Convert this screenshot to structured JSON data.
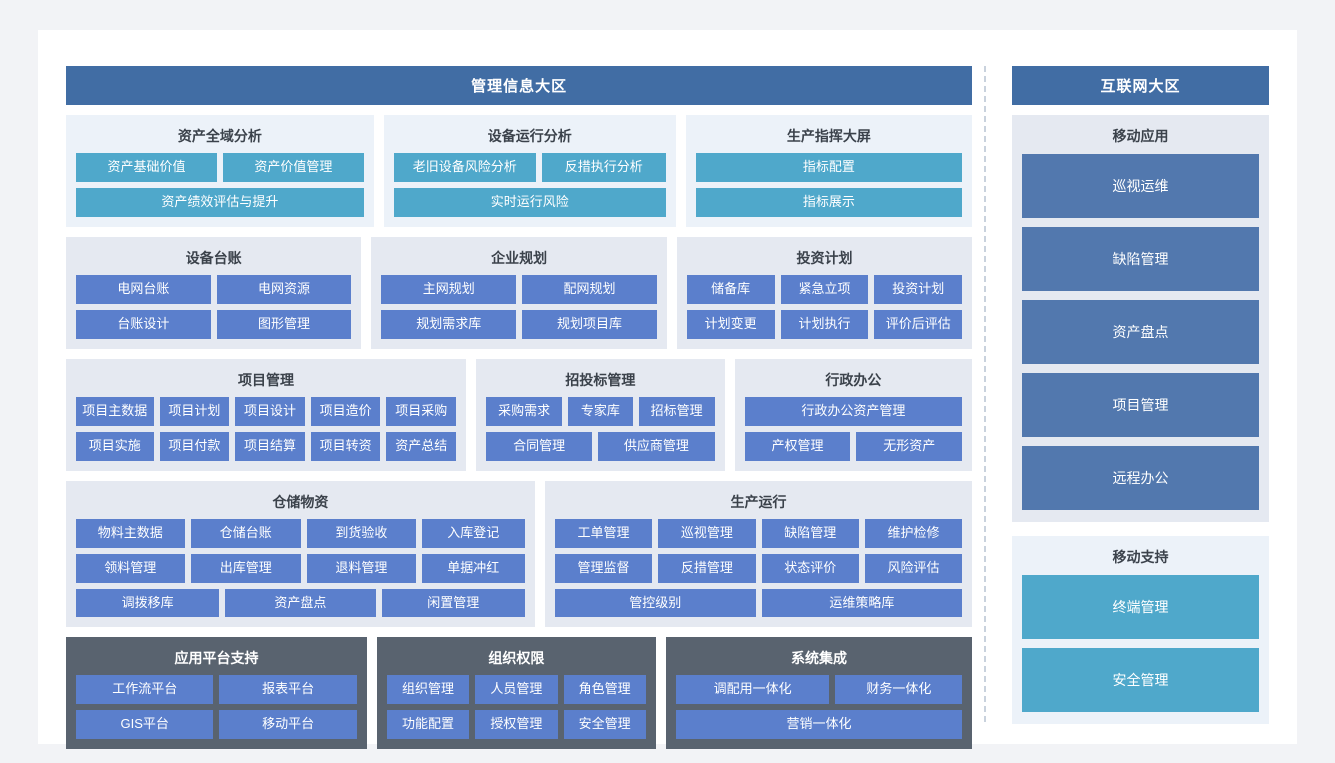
{
  "zones": {
    "left": {
      "title": "管理信息大区"
    },
    "right": {
      "title": "互联网大区"
    }
  },
  "colors": {
    "zone_header": "#416da4",
    "cyan_button": "#4fa8cb",
    "blue_button": "#5b7fcc",
    "right_blue_button": "#5278ae",
    "panel_pale": "#ecf2f9",
    "panel_gray": "#e5e9f1",
    "panel_dark": "#59636f",
    "card_background": "#ffffff",
    "page_background": "#f2f3f6",
    "divider": "#c9d2dd"
  },
  "left_rows": [
    {
      "name": "analysis-row",
      "panels": [
        {
          "title": "资产全域分析",
          "tone": "pale",
          "rows": [
            {
              "buttons": [
                {
                  "label": "资产基础价值",
                  "style": "cyan",
                  "flex": 1
                },
                {
                  "label": "资产价值管理",
                  "style": "cyan",
                  "flex": 1
                }
              ]
            },
            {
              "buttons": [
                {
                  "label": "资产绩效评估与提升",
                  "style": "cyan",
                  "flex": 1
                }
              ]
            }
          ]
        },
        {
          "title": "设备运行分析",
          "tone": "pale",
          "rows": [
            {
              "buttons": [
                {
                  "label": "老旧设备风险分析",
                  "style": "cyan",
                  "flex": 1.15
                },
                {
                  "label": "反措执行分析",
                  "style": "cyan",
                  "flex": 1
                }
              ]
            },
            {
              "buttons": [
                {
                  "label": "实时运行风险",
                  "style": "cyan",
                  "flex": 1
                }
              ]
            }
          ]
        },
        {
          "title": "生产指挥大屏",
          "tone": "pale",
          "rows": [
            {
              "buttons": [
                {
                  "label": "指标配置",
                  "style": "cyan",
                  "flex": 1
                }
              ]
            },
            {
              "buttons": [
                {
                  "label": "指标展示",
                  "style": "cyan",
                  "flex": 1
                }
              ]
            }
          ]
        }
      ]
    },
    {
      "name": "ledger-row",
      "panels": [
        {
          "title": "设备台账",
          "tone": "gray",
          "rows": [
            {
              "buttons": [
                {
                  "label": "电网台账",
                  "style": "blue",
                  "flex": 1
                },
                {
                  "label": "电网资源",
                  "style": "blue",
                  "flex": 1
                }
              ]
            },
            {
              "buttons": [
                {
                  "label": "台账设计",
                  "style": "blue",
                  "flex": 1
                },
                {
                  "label": "图形管理",
                  "style": "blue",
                  "flex": 1
                }
              ]
            }
          ]
        },
        {
          "title": "企业规划",
          "tone": "gray",
          "rows": [
            {
              "buttons": [
                {
                  "label": "主网规划",
                  "style": "blue",
                  "flex": 1
                },
                {
                  "label": "配网规划",
                  "style": "blue",
                  "flex": 1
                }
              ]
            },
            {
              "buttons": [
                {
                  "label": "规划需求库",
                  "style": "blue",
                  "flex": 1
                },
                {
                  "label": "规划项目库",
                  "style": "blue",
                  "flex": 1
                }
              ]
            }
          ]
        },
        {
          "title": "投资计划",
          "tone": "gray",
          "rows": [
            {
              "buttons": [
                {
                  "label": "储备库",
                  "style": "blue",
                  "flex": 1
                },
                {
                  "label": "紧急立项",
                  "style": "blue",
                  "flex": 1
                },
                {
                  "label": "投资计划",
                  "style": "blue",
                  "flex": 1
                }
              ]
            },
            {
              "buttons": [
                {
                  "label": "计划变更",
                  "style": "blue",
                  "flex": 1
                },
                {
                  "label": "计划执行",
                  "style": "blue",
                  "flex": 1
                },
                {
                  "label": "评价后评估",
                  "style": "blue",
                  "flex": 1
                }
              ]
            }
          ]
        }
      ]
    },
    {
      "name": "project-row",
      "panels": [
        {
          "title": "项目管理",
          "tone": "gray",
          "rows": [
            {
              "buttons": [
                {
                  "label": "项目主数据",
                  "style": "blue",
                  "flex": 1.12
                },
                {
                  "label": "项目计划",
                  "style": "blue",
                  "flex": 1
                },
                {
                  "label": "项目设计",
                  "style": "blue",
                  "flex": 1
                },
                {
                  "label": "项目造价",
                  "style": "blue",
                  "flex": 1
                },
                {
                  "label": "项目采购",
                  "style": "blue",
                  "flex": 1
                }
              ]
            },
            {
              "buttons": [
                {
                  "label": "项目实施",
                  "style": "blue",
                  "flex": 1.12
                },
                {
                  "label": "项目付款",
                  "style": "blue",
                  "flex": 1
                },
                {
                  "label": "项目结算",
                  "style": "blue",
                  "flex": 1
                },
                {
                  "label": "项目转资",
                  "style": "blue",
                  "flex": 1
                },
                {
                  "label": "资产总结",
                  "style": "blue",
                  "flex": 1
                }
              ]
            }
          ]
        },
        {
          "title": "招投标管理",
          "tone": "gray",
          "rows": [
            {
              "buttons": [
                {
                  "label": "采购需求",
                  "style": "blue",
                  "flex": 1.05
                },
                {
                  "label": "专家库",
                  "style": "blue",
                  "flex": 0.88
                },
                {
                  "label": "招标管理",
                  "style": "blue",
                  "flex": 1.05
                }
              ]
            },
            {
              "buttons": [
                {
                  "label": "合同管理",
                  "style": "blue",
                  "flex": 1
                },
                {
                  "label": "供应商管理",
                  "style": "blue",
                  "flex": 1.1
                }
              ]
            }
          ]
        },
        {
          "title": "行政办公",
          "tone": "gray",
          "rows": [
            {
              "buttons": [
                {
                  "label": "行政办公资产管理",
                  "style": "blue",
                  "flex": 1
                }
              ]
            },
            {
              "buttons": [
                {
                  "label": "产权管理",
                  "style": "blue",
                  "flex": 1
                },
                {
                  "label": "无形资产",
                  "style": "blue",
                  "flex": 1
                }
              ]
            }
          ]
        }
      ]
    },
    {
      "name": "warehouse-row",
      "panels": [
        {
          "title": "仓储物资",
          "tone": "gray",
          "rows": [
            {
              "buttons": [
                {
                  "label": "物料主数据",
                  "style": "blue",
                  "flex": 1
                },
                {
                  "label": "仓储台账",
                  "style": "blue",
                  "flex": 1.02
                },
                {
                  "label": "到货验收",
                  "style": "blue",
                  "flex": 1
                },
                {
                  "label": "入库登记",
                  "style": "blue",
                  "flex": 0.95
                }
              ]
            },
            {
              "buttons": [
                {
                  "label": "领料管理",
                  "style": "blue",
                  "flex": 1
                },
                {
                  "label": "出库管理",
                  "style": "blue",
                  "flex": 1.02
                },
                {
                  "label": "退料管理",
                  "style": "blue",
                  "flex": 1
                },
                {
                  "label": "单据冲红",
                  "style": "blue",
                  "flex": 0.95
                }
              ]
            },
            {
              "buttons": [
                {
                  "label": "调拨移库",
                  "style": "blue",
                  "flex": 1
                },
                {
                  "label": "资产盘点",
                  "style": "blue",
                  "flex": 1.05
                },
                {
                  "label": "闲置管理",
                  "style": "blue",
                  "flex": 1
                }
              ]
            }
          ]
        },
        {
          "title": "生产运行",
          "tone": "gray",
          "rows": [
            {
              "buttons": [
                {
                  "label": "工单管理",
                  "style": "blue",
                  "flex": 1
                },
                {
                  "label": "巡视管理",
                  "style": "blue",
                  "flex": 1
                },
                {
                  "label": "缺陷管理",
                  "style": "blue",
                  "flex": 1
                },
                {
                  "label": "维护检修",
                  "style": "blue",
                  "flex": 1
                }
              ]
            },
            {
              "buttons": [
                {
                  "label": "管理监督",
                  "style": "blue",
                  "flex": 1
                },
                {
                  "label": "反措管理",
                  "style": "blue",
                  "flex": 1
                },
                {
                  "label": "状态评价",
                  "style": "blue",
                  "flex": 1
                },
                {
                  "label": "风险评估",
                  "style": "blue",
                  "flex": 1
                }
              ]
            },
            {
              "buttons": [
                {
                  "label": "管控级别",
                  "style": "blue",
                  "flex": 1
                },
                {
                  "label": "运维策略库",
                  "style": "blue",
                  "flex": 1
                }
              ]
            }
          ]
        }
      ]
    },
    {
      "name": "platform-row",
      "panels": [
        {
          "title": "应用平台支持",
          "tone": "dark",
          "rows": [
            {
              "buttons": [
                {
                  "label": "工作流平台",
                  "style": "steel",
                  "flex": 1
                },
                {
                  "label": "报表平台",
                  "style": "steel",
                  "flex": 1
                }
              ]
            },
            {
              "buttons": [
                {
                  "label": "GIS平台",
                  "style": "steel",
                  "flex": 1
                },
                {
                  "label": "移动平台",
                  "style": "steel",
                  "flex": 1
                }
              ]
            }
          ]
        },
        {
          "title": "组织权限",
          "tone": "dark",
          "rows": [
            {
              "buttons": [
                {
                  "label": "组织管理",
                  "style": "steel",
                  "flex": 1
                },
                {
                  "label": "人员管理",
                  "style": "steel",
                  "flex": 1
                },
                {
                  "label": "角色管理",
                  "style": "steel",
                  "flex": 1
                }
              ]
            },
            {
              "buttons": [
                {
                  "label": "功能配置",
                  "style": "steel",
                  "flex": 1
                },
                {
                  "label": "授权管理",
                  "style": "steel",
                  "flex": 1
                },
                {
                  "label": "安全管理",
                  "style": "steel",
                  "flex": 1
                }
              ]
            }
          ]
        },
        {
          "title": "系统集成",
          "tone": "dark",
          "rows": [
            {
              "buttons": [
                {
                  "label": "调配用一体化",
                  "style": "steel",
                  "flex": 1.22
                },
                {
                  "label": "财务一体化",
                  "style": "steel",
                  "flex": 1
                }
              ]
            },
            {
              "buttons": [
                {
                  "label": "营销一体化",
                  "style": "steel",
                  "flex": 1
                }
              ]
            }
          ]
        }
      ]
    }
  ],
  "right_panels": [
    {
      "title": "移动应用",
      "tone": "gray",
      "buttons": [
        {
          "label": "巡视运维",
          "style": "blue"
        },
        {
          "label": "缺陷管理",
          "style": "blue"
        },
        {
          "label": "资产盘点",
          "style": "blue"
        },
        {
          "label": "项目管理",
          "style": "blue"
        },
        {
          "label": "远程办公",
          "style": "blue"
        }
      ]
    },
    {
      "title": "移动支持",
      "tone": "pale",
      "buttons": [
        {
          "label": "终端管理",
          "style": "cyan"
        },
        {
          "label": "安全管理",
          "style": "cyan"
        }
      ]
    }
  ]
}
